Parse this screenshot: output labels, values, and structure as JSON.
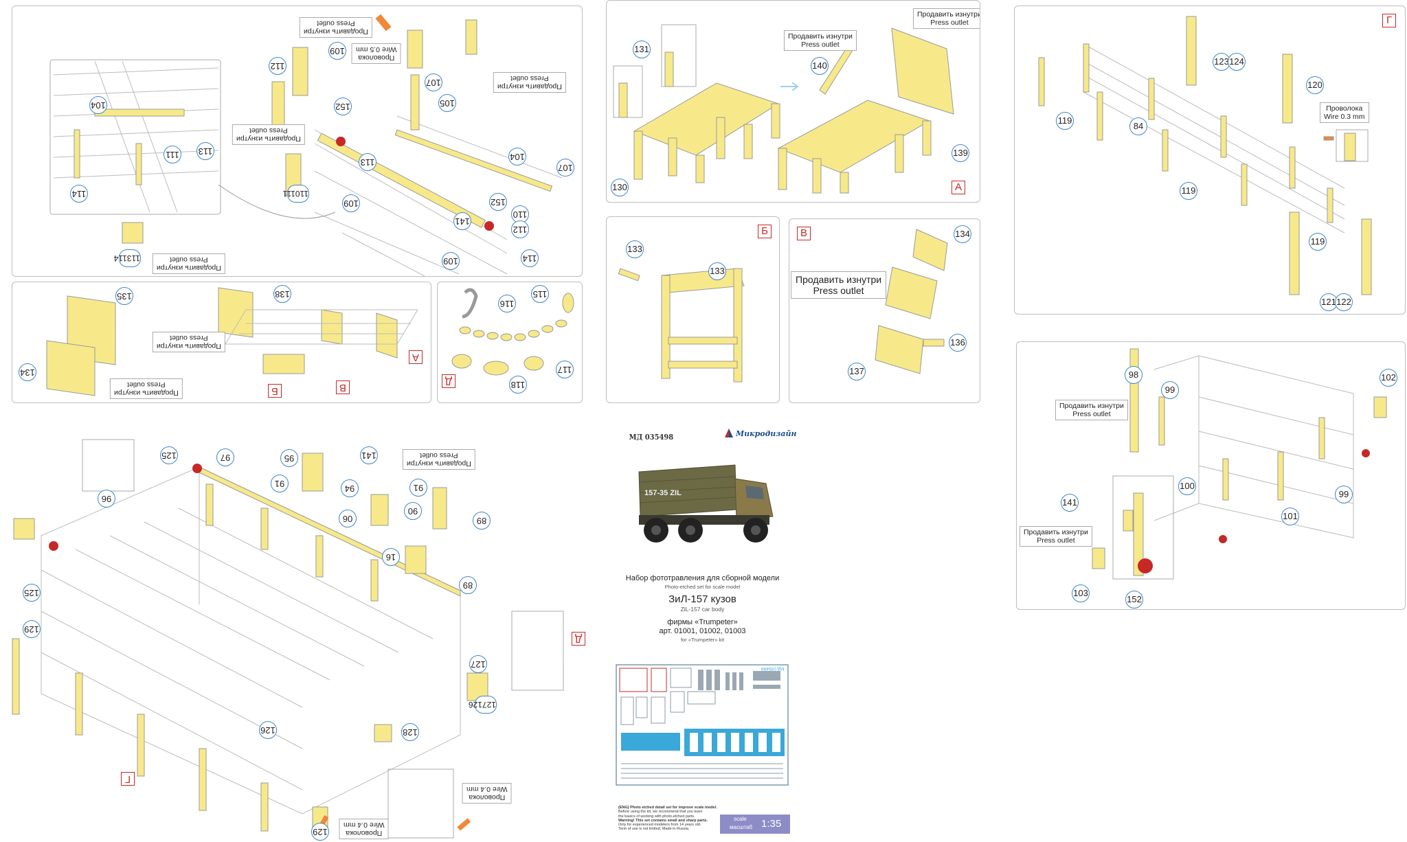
{
  "labels": {
    "press_outlet_ru": "Продавить изнутри",
    "press_outlet_en": "Press outlet",
    "wire_ru": "Проволока",
    "wire_03": "Wire 0.3 mm",
    "wire_04": "Wire 0.4 mm",
    "wire_05": "Wire 0.5 mm"
  },
  "letters": {
    "a": "А",
    "b": "Б",
    "v": "В",
    "g": "Г",
    "d": "Д"
  },
  "panel1_parts": [
    "104",
    "111",
    "113",
    "114",
    "112",
    "109",
    "152",
    "107",
    "105",
    "110111",
    "113",
    "104",
    "107",
    "109",
    "152",
    "110",
    "112",
    "141",
    "109",
    "114",
    "113114"
  ],
  "panel2_parts": [
    "135",
    "138",
    "134"
  ],
  "panel3_parts": [
    "116",
    "115",
    "117",
    "118"
  ],
  "panelA_parts": [
    "131",
    "140",
    "130",
    "139"
  ],
  "panelB_parts": [
    "133",
    "133"
  ],
  "panelV_parts": [
    "134",
    "136",
    "137"
  ],
  "panelG_parts": [
    "123",
    "124",
    "120",
    "119",
    "84",
    "119",
    "119",
    "121",
    "122"
  ],
  "panelR2_parts": [
    "98",
    "99",
    "102",
    "100",
    "141",
    "99",
    "101",
    "103",
    "152"
  ],
  "panelMain_parts": [
    "96",
    "125",
    "97",
    "91",
    "95",
    "141",
    "94",
    "91",
    "06",
    "90",
    "89",
    "16",
    "125",
    "89",
    "129",
    "127",
    "127126",
    "126",
    "128",
    "129"
  ],
  "brand": "Микродизайн",
  "catalog": "МД 035498",
  "title_ru": "Набор фототравления для сборной модели",
  "title_en": "Photo-etched set for scale model",
  "product_ru": "ЗиЛ-157 кузов",
  "product_en": "ZiL-157 car body",
  "firm_ru": "фирмы «Trumpeter»",
  "articles": "арт. 01001, 01002, 01003",
  "for_kit": "for «Trumpeter» kit",
  "truck_plate": "157-35 ZIL",
  "fret_label": "МД 035498",
  "disclaimer": [
    "(ENG) Photo etched detail set for improve scale model.",
    "Before using the kit, we recommend that you learn",
    "the basics of working with photo-etched parts.",
    "Warning! This set contains small and sharp parts.",
    "Only for experienced modelers from 14 years old.",
    "Term of use is not limited. Made in Russia."
  ],
  "scale_label_en": "scale",
  "scale_label_ru": "масштаб",
  "scale_value": "1:35",
  "colors": {
    "part_yellow": "#f7e98a",
    "line_gray": "#9e9e9e",
    "badge_blue": "#3f86c8",
    "red_letter": "#c62828",
    "scale_bg": "#8e8cc7",
    "fret_blue": "#3aa8d8"
  }
}
